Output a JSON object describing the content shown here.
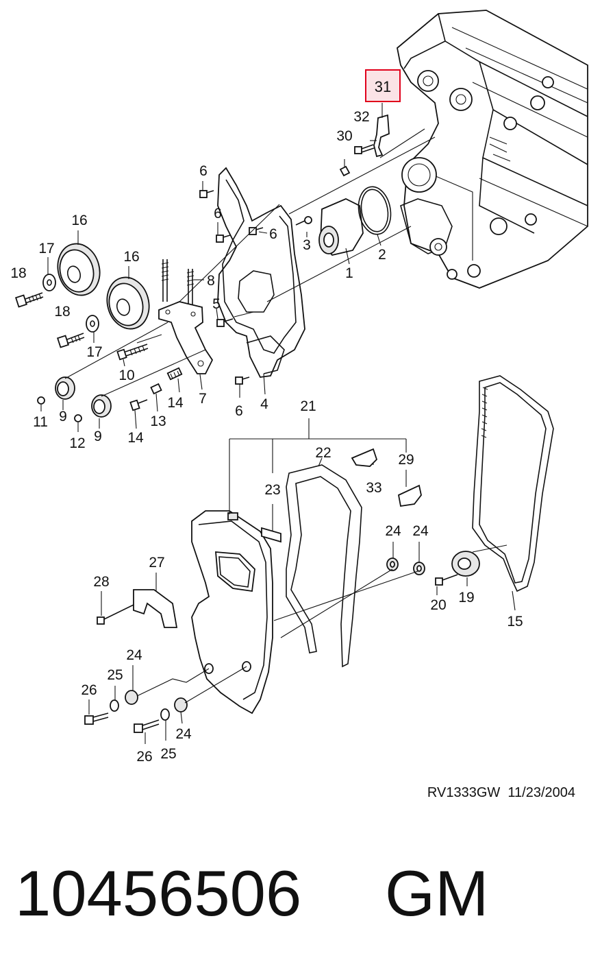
{
  "highlight": {
    "label": "31",
    "color": "#e0001b",
    "fill": "#fbe3e6"
  },
  "callouts": {
    "c1": "1",
    "c2": "2",
    "c3": "3",
    "c4": "4",
    "c5": "5",
    "c6a": "6",
    "c6b": "6",
    "c6c": "6",
    "c6d": "6",
    "c7": "7",
    "c8": "8",
    "c9a": "9",
    "c9b": "9",
    "c10": "10",
    "c11": "11",
    "c12": "12",
    "c13": "13",
    "c14a": "14",
    "c14b": "14",
    "c15": "15",
    "c16a": "16",
    "c16b": "16",
    "c17a": "17",
    "c17b": "17",
    "c18a": "18",
    "c18b": "18",
    "c19": "19",
    "c20": "20",
    "c21": "21",
    "c22": "22",
    "c23": "23",
    "c24a": "24",
    "c24b": "24",
    "c24c": "24",
    "c24d": "24",
    "c25a": "25",
    "c25b": "25",
    "c26a": "26",
    "c26b": "26",
    "c27": "27",
    "c28": "28",
    "c29": "29",
    "c30": "30",
    "c32": "32",
    "c33": "33"
  },
  "footer": {
    "drawing_code": "RV1333GW  11/23/2004"
  },
  "part_number": "10456506",
  "brand": "GM"
}
